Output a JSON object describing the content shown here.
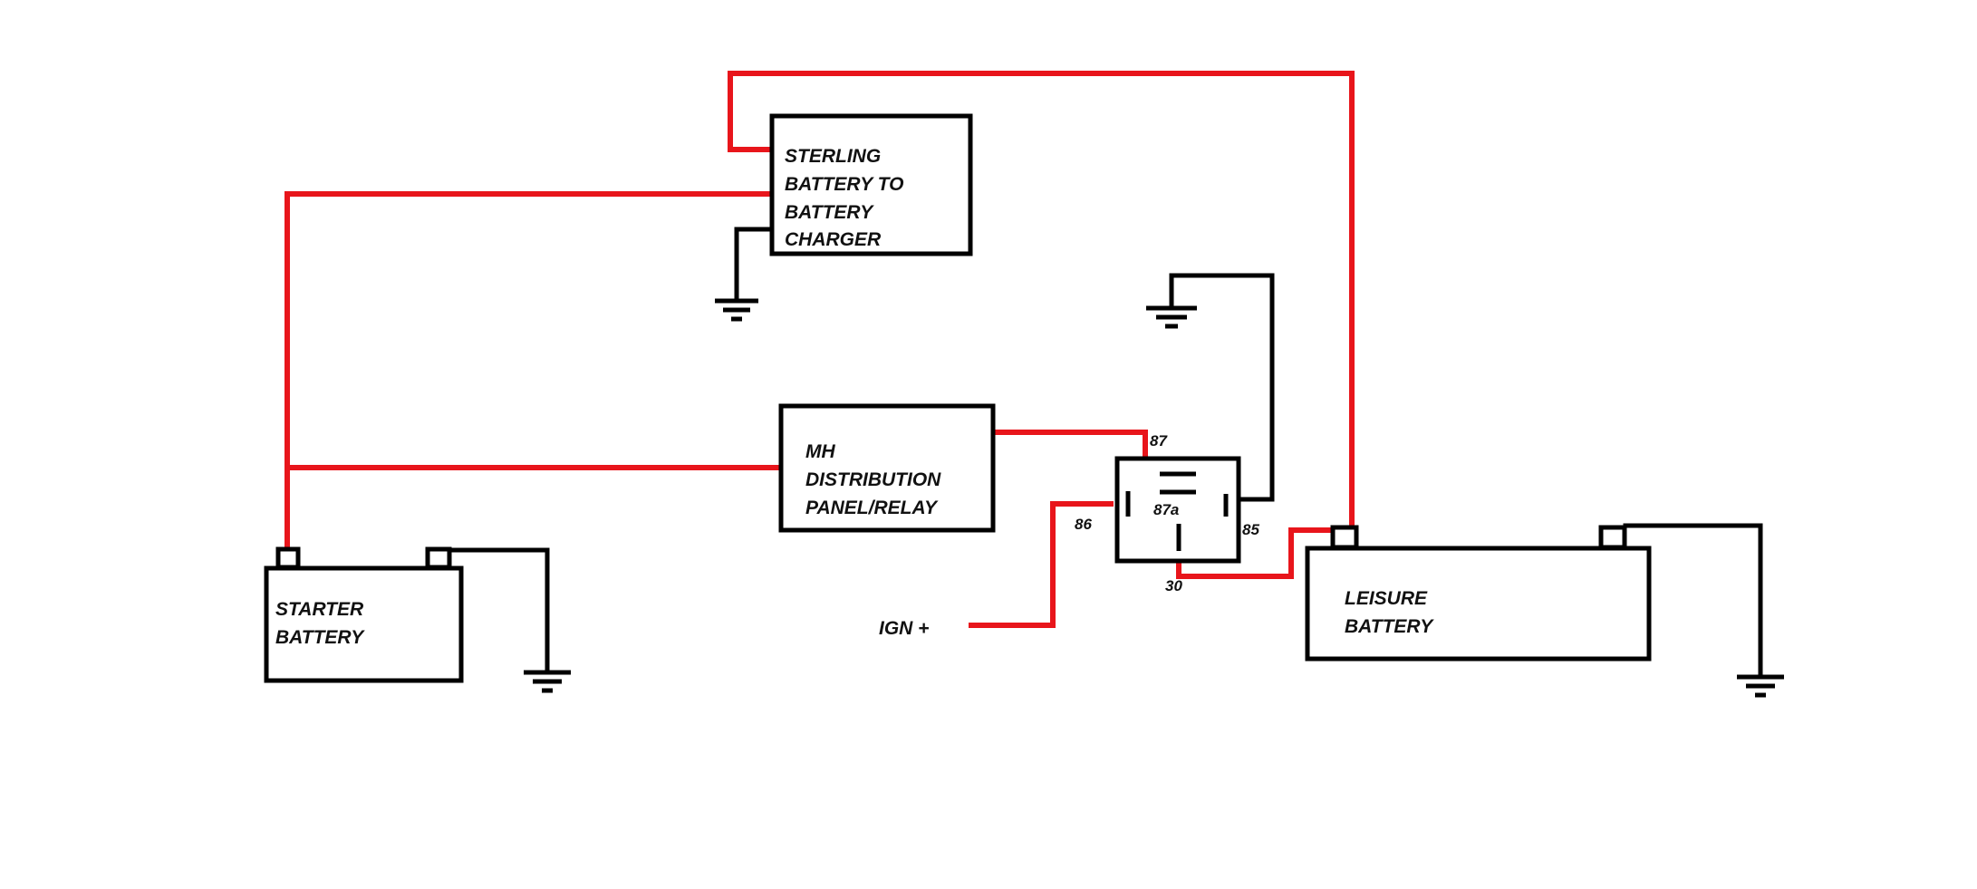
{
  "colors": {
    "positive_wire": "#e8151b",
    "ground_wire": "#000000",
    "background": "#ffffff"
  },
  "components": {
    "charger": {
      "lines": [
        "STERLING",
        "BATTERY TO",
        "BATTERY",
        "CHARGER"
      ]
    },
    "distribution": {
      "lines": [
        "MH",
        "DISTRIBUTION",
        "PANEL/RELAY"
      ]
    },
    "starter_battery": {
      "lines": [
        "STARTER",
        "BATTERY"
      ]
    },
    "leisure_battery": {
      "lines": [
        "LEISURE",
        "BATTERY"
      ]
    },
    "ignition": {
      "label": "IGN +"
    }
  },
  "relay": {
    "pins": {
      "p87": "87",
      "p87a": "87a",
      "p86": "86",
      "p85": "85",
      "p30": "30"
    }
  },
  "icons": [
    "ground-symbol-icon",
    "battery-terminal-icon"
  ]
}
